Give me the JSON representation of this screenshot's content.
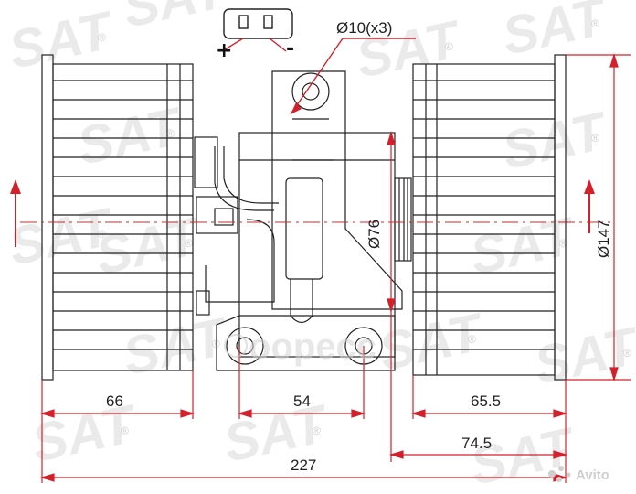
{
  "drawing": {
    "connector": {
      "plus": "+",
      "minus": "-"
    },
    "dimensions": {
      "hole_diameter": "Ø10(x3)",
      "left_rotor_width": "66",
      "mount_spacing": "54",
      "right_rotor_width": "65.5",
      "shaft_offset": "74.5",
      "overall_length": "227",
      "motor_diameter": "Ø76",
      "rotor_diameter": "Ø147"
    },
    "watermarks": {
      "brand": "SAT",
      "registered_mark": "®",
      "center_logo": "oopecc",
      "corner_badge": "Avito"
    },
    "colors": {
      "line": "#222222",
      "dimension_red": "#d4202a",
      "watermark": "#d9d9d9"
    }
  }
}
